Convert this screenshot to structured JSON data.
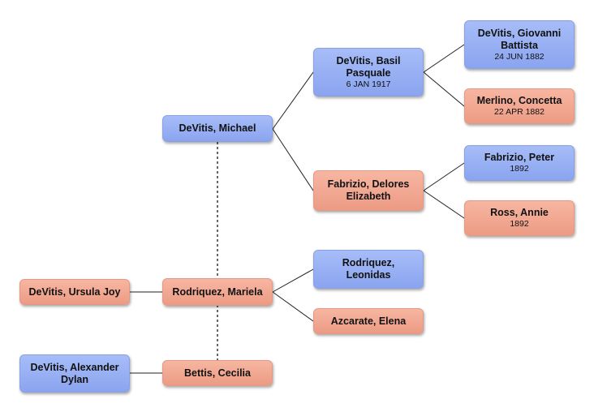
{
  "colors": {
    "male": "#93abf3",
    "female": "#f1a790",
    "line": "#222222"
  },
  "people": {
    "michael": {
      "name": "DeVitis, Michael",
      "date": ""
    },
    "basil": {
      "name": "DeVitis, Basil Pasquale",
      "date": "6 JAN 1917"
    },
    "giovanni": {
      "name": "DeVitis, Giovanni Battista",
      "date": "24 JUN 1882"
    },
    "concetta": {
      "name": "Merlino, Concetta",
      "date": "22 APR 1882"
    },
    "delores": {
      "name": "Fabrizio, Delores Elizabeth",
      "date": ""
    },
    "peter": {
      "name": "Fabrizio, Peter",
      "date": "1892"
    },
    "annie": {
      "name": "Ross, Annie",
      "date": "1892"
    },
    "ursula": {
      "name": "DeVitis, Ursula Joy",
      "date": ""
    },
    "mariela": {
      "name": "Rodriquez, Mariela",
      "date": ""
    },
    "leonidas": {
      "name": "Rodriquez, Leonidas",
      "date": ""
    },
    "elena": {
      "name": "Azcarate, Elena",
      "date": ""
    },
    "alexander": {
      "name": "DeVitis, Alexander Dylan",
      "date": ""
    },
    "cecilia": {
      "name": "Bettis, Cecilia",
      "date": ""
    }
  }
}
